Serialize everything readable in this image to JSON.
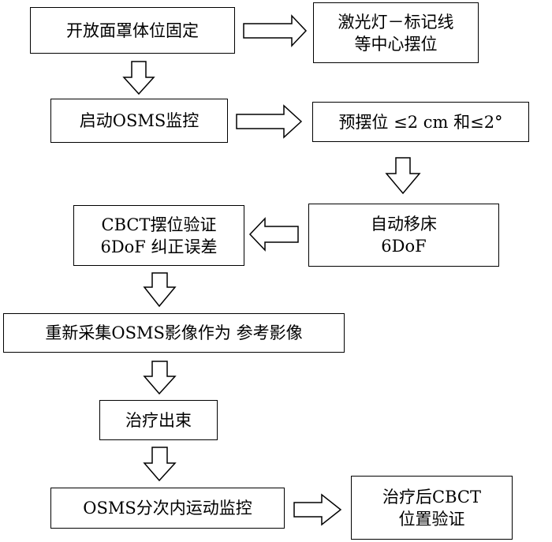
{
  "flowchart": {
    "steps": [
      {
        "id": "mask-fixation",
        "lines": [
          "开放面罩体位固定"
        ]
      },
      {
        "id": "laser-marking",
        "lines": [
          "激光灯－标记线",
          "等中心摆位"
        ]
      },
      {
        "id": "osms-monitoring-start",
        "lines": [
          "启动OSMS监控"
        ]
      },
      {
        "id": "pre-positioning",
        "lines": [
          "预摆位 ≤2 cm 和≤2°"
        ]
      },
      {
        "id": "auto-couch",
        "lines": [
          "自动移床",
          "6DoF"
        ]
      },
      {
        "id": "cbct-verification",
        "lines": [
          "CBCT摆位验证",
          "6DoF 纠正误差"
        ]
      },
      {
        "id": "reference-reacquire",
        "lines": [
          "重新采集OSMS影像作为 参考影像"
        ]
      },
      {
        "id": "treatment-delivery",
        "lines": [
          "治疗出束"
        ]
      },
      {
        "id": "intrafraction-monitoring",
        "lines": [
          "OSMS分次内运动监控"
        ]
      },
      {
        "id": "post-treatment-cbct",
        "lines": [
          "治疗后CBCT",
          "位置验证"
        ]
      }
    ]
  }
}
